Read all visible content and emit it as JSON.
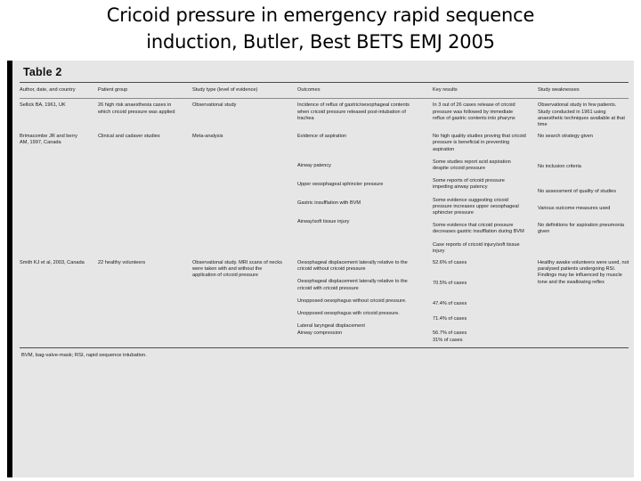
{
  "slide": {
    "title_line1": "Cricoid pressure in emergency rapid sequence",
    "title_line2": "induction, Butler, Best BETS EMJ 2005"
  },
  "table": {
    "caption": "Table 2",
    "headers": [
      "Author, date, and country",
      "Patient group",
      "Study type (level of evidence)",
      "Outcomes",
      "Key results",
      "Study weaknesses"
    ],
    "rows": [
      {
        "author": "Sellick BA, 1961, UK",
        "patient_group": "26 high risk anaesthesia cases in which cricoid pressure was applied",
        "study_type": "Observational study",
        "outcomes": [
          "Incidence of reflux of gastric/oesophageal contents when cricoid pressure released post-intubation of trachea"
        ],
        "key_results": [
          "In 3 out of 26 cases release of cricoid pressure was followed by immediate reflux of gastric contents into pharynx"
        ],
        "weaknesses": [
          "Observational study in few patients. Study conducted in 1961 using anaesthetic techniques available at that time"
        ]
      },
      {
        "author": "Brimacombe JR and berry AM, 1997, Canada",
        "patient_group": "Clinical and cadaver studies",
        "study_type": "Meta-analysis",
        "outcomes": [
          "Evidence of aspiration",
          "Airway patency",
          "Upper oesophageal sphincter pressure",
          "Gastric insufflation with BVM",
          "Airway/soft tissue injury"
        ],
        "key_results": [
          "No high quality studies proving that cricoid pressure is beneficial in preventing aspiration",
          "Some studies report acid aspiration despite cricoid pressure",
          "Some reports of cricoid pressure impeding airway patency",
          "Some evidence suggesting cricoid pressure increases upper oesophageal sphincter pressure",
          "Some evidence that cricoid pressure decreases gastric insufflation during BVM",
          "Case reports of cricoid injury/soft tissue injury"
        ],
        "weaknesses": [
          "No search strategy given",
          "No inclusion criteria",
          "No assessment of quality of studies",
          "Various outcome measures used",
          "No definitions for aspiration pneumonia given"
        ]
      },
      {
        "author": "Smith KJ et al, 2003, Canada",
        "patient_group": "22 healthy volunteers",
        "study_type": "Observational study. MRI scans of necks were taken with and without the application of cricoid pressure",
        "outcomes": [
          "Oesophageal displacement laterally relative to the cricoid without cricoid pressure",
          "Oesophageal displacement laterally relative to the cricoid with cricoid pressure",
          "Unopposed oesophagus without cricoid pressure.",
          "Unopposed oesophagus with cricoid pressure.",
          "Lateral laryngeal displacement",
          "Airway compression"
        ],
        "key_results": [
          "52.6% of cases",
          "70.5% of cases",
          "47.4% of cases",
          "71.4% of cases",
          "56.7% of cases",
          "31% of cases"
        ],
        "weaknesses": [
          "Healthy awake volunteers were used, not paralysed patients undergoing RSI. Findings may be influenced by muscle tone and the swallowing reflex"
        ]
      }
    ],
    "footnote": "BVM, bag-valve-mask; RSI, rapid sequence intubation."
  }
}
